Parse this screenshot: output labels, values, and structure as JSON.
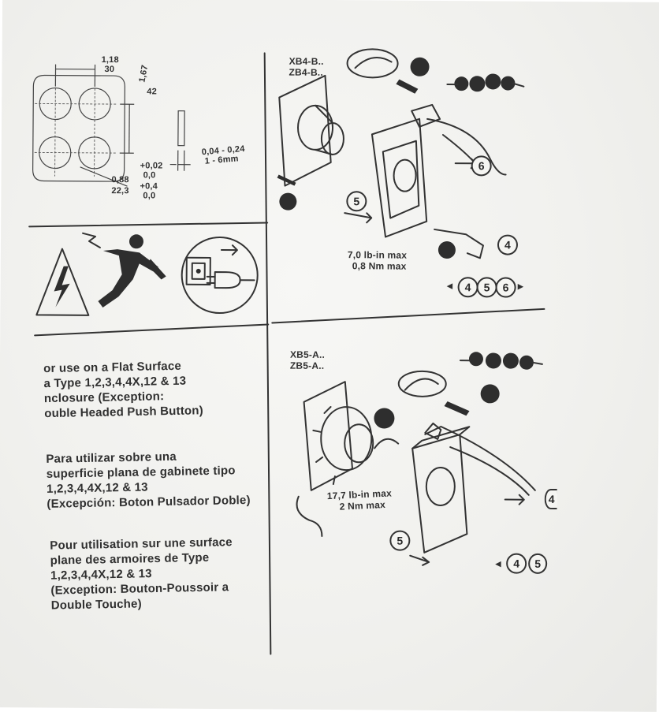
{
  "dimensions": {
    "width_top": "1,18",
    "width_bottom": "30",
    "height_top": "1,67",
    "height_bottom": "42",
    "panel_top": "0,04 - 0,24",
    "panel_bottom": "1 - 6mm",
    "tol_plus_1": "+0,02",
    "tol_zero_1": "0,0",
    "hole_in": "0,88",
    "hole_mm": "22,3",
    "tol_plus_2": "+0,4",
    "tol_zero_2": "0,0"
  },
  "upper_diagram": {
    "code_1": "XB4-B..",
    "code_2": "ZB4-B..",
    "torque_1": "7,0 lb-in max",
    "torque_2": "0,8 Nm max",
    "sequence": [
      "4",
      "5",
      "6"
    ],
    "callouts": [
      "6",
      "5",
      "4"
    ]
  },
  "lower_diagram": {
    "code_1": "XB5-A..",
    "code_2": "ZB5-A..",
    "torque_1": "17,7 lb-in max",
    "torque_2": "2 Nm max",
    "sequence": [
      "4",
      "5"
    ],
    "callouts": [
      "5",
      "4"
    ]
  },
  "english": {
    "line_1": "or use on a Flat Surface",
    "line_2": "a Type 1,2,3,4,4X,12 & 13",
    "line_3": "nclosure (Exception:",
    "line_4": "ouble Headed Push Button)"
  },
  "spanish": {
    "line_1": "Para utilizar sobre una",
    "line_2": "superficie plana de gabinete tipo",
    "line_3": "1,2,3,4,4X,12 & 13",
    "line_4": "(Excepción: Boton Pulsador Doble)"
  },
  "french": {
    "line_1": "Pour utilisation sur une surface",
    "line_2": "plane des armoires de Type",
    "line_3": "1,2,3,4,4X,12 & 13",
    "line_4": "(Exception: Bouton-Poussoir a",
    "line_5": "Double Touche)"
  }
}
